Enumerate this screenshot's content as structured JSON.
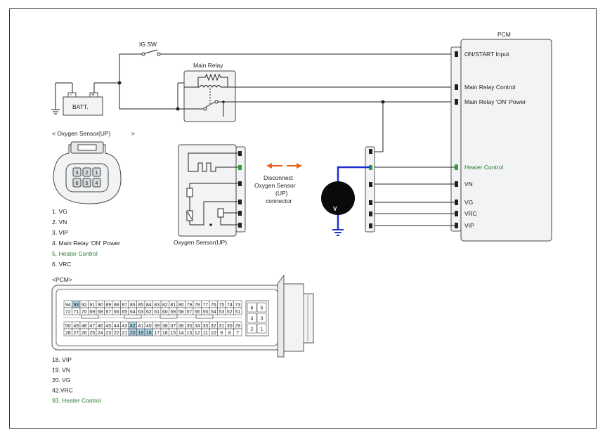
{
  "switch_label": "IG SW",
  "battery": {
    "label": "BATT.",
    "minus": "-",
    "plus": "+"
  },
  "main_relay_label": "Main Relay",
  "pcm": {
    "title": "PCM",
    "inputs": [
      {
        "label": "ON/START Input",
        "highlight": false
      },
      {
        "label": "Main Relay Control",
        "highlight": false
      },
      {
        "label": "Main Relay 'ON' Power",
        "highlight": false
      },
      {
        "label": "Heater Control",
        "highlight": true
      },
      {
        "label": "VN",
        "highlight": false
      },
      {
        "label": "VG",
        "highlight": false
      },
      {
        "label": "VRC",
        "highlight": false
      },
      {
        "label": "VIP",
        "highlight": false
      }
    ]
  },
  "o2_connector": {
    "title_left": "< Oxygen Sensor(UP)",
    "title_right": ">",
    "pins": [
      {
        "label": "1. VG",
        "highlight": false
      },
      {
        "label": "2. VN",
        "highlight": false
      },
      {
        "label": "3. VIP",
        "highlight": false
      },
      {
        "label": "4.   Main Relay 'ON' Power",
        "highlight": false
      },
      {
        "label": "5.   Heater Control",
        "highlight": true
      },
      {
        "label": "6. VRC",
        "highlight": false
      }
    ],
    "cavity_numbers": [
      "1",
      "2",
      "3",
      "4",
      "5",
      "6"
    ]
  },
  "sensor_label": "Oxygen Sensor(UP)",
  "disconnect_note": [
    "Disconnect",
    "Oxygen Sensor",
    "(UP)",
    "connector"
  ],
  "voltmeter_label": "V",
  "pcm_connector": {
    "title": "<PCM>",
    "row1": [
      "94",
      "93",
      "92",
      "91",
      "90",
      "89",
      "88",
      "87",
      "86",
      "85",
      "84",
      "83",
      "82",
      "81",
      "80",
      "79",
      "78",
      "77",
      "76",
      "75",
      "74",
      "73"
    ],
    "row2": [
      "72",
      "71",
      "70",
      "69",
      "68",
      "67",
      "66",
      "65",
      "64",
      "63",
      "62",
      "61",
      "60",
      "59",
      "58",
      "57",
      "56",
      "55",
      "54",
      "53",
      "52",
      "51"
    ],
    "row3": [
      "50",
      "49",
      "48",
      "47",
      "46",
      "45",
      "44",
      "43",
      "42",
      "41",
      "40",
      "39",
      "38",
      "37",
      "36",
      "35",
      "34",
      "33",
      "32",
      "31",
      "30",
      "29"
    ],
    "row4": [
      "28",
      "27",
      "26",
      "25",
      "24",
      "23",
      "22",
      "21",
      "20",
      "19",
      "18",
      "17",
      "16",
      "15",
      "14",
      "13",
      "12",
      "11",
      "10",
      "9",
      "8",
      "7"
    ],
    "highlighted": [
      "93",
      "42",
      "20",
      "19",
      "18"
    ],
    "side_pins": [
      [
        "6",
        "5"
      ],
      [
        "4",
        "3"
      ],
      [
        "2",
        "1"
      ]
    ],
    "legend": [
      {
        "label": "18. VIP",
        "highlight": false
      },
      {
        "label": "19. VN",
        "highlight": false
      },
      {
        "label": "20. VG",
        "highlight": false
      },
      {
        "label": "42.VRC",
        "highlight": false
      },
      {
        "label": "93.      Heater Control",
        "highlight": true
      }
    ]
  },
  "colors": {
    "wire": "#222222",
    "heater_pin": "#2e9e3e",
    "meter_lead": "#1a2fcc",
    "arrow": "#e8631a",
    "highlight_cell": "#a9cfe0",
    "heater_text": "#2e7d32"
  }
}
